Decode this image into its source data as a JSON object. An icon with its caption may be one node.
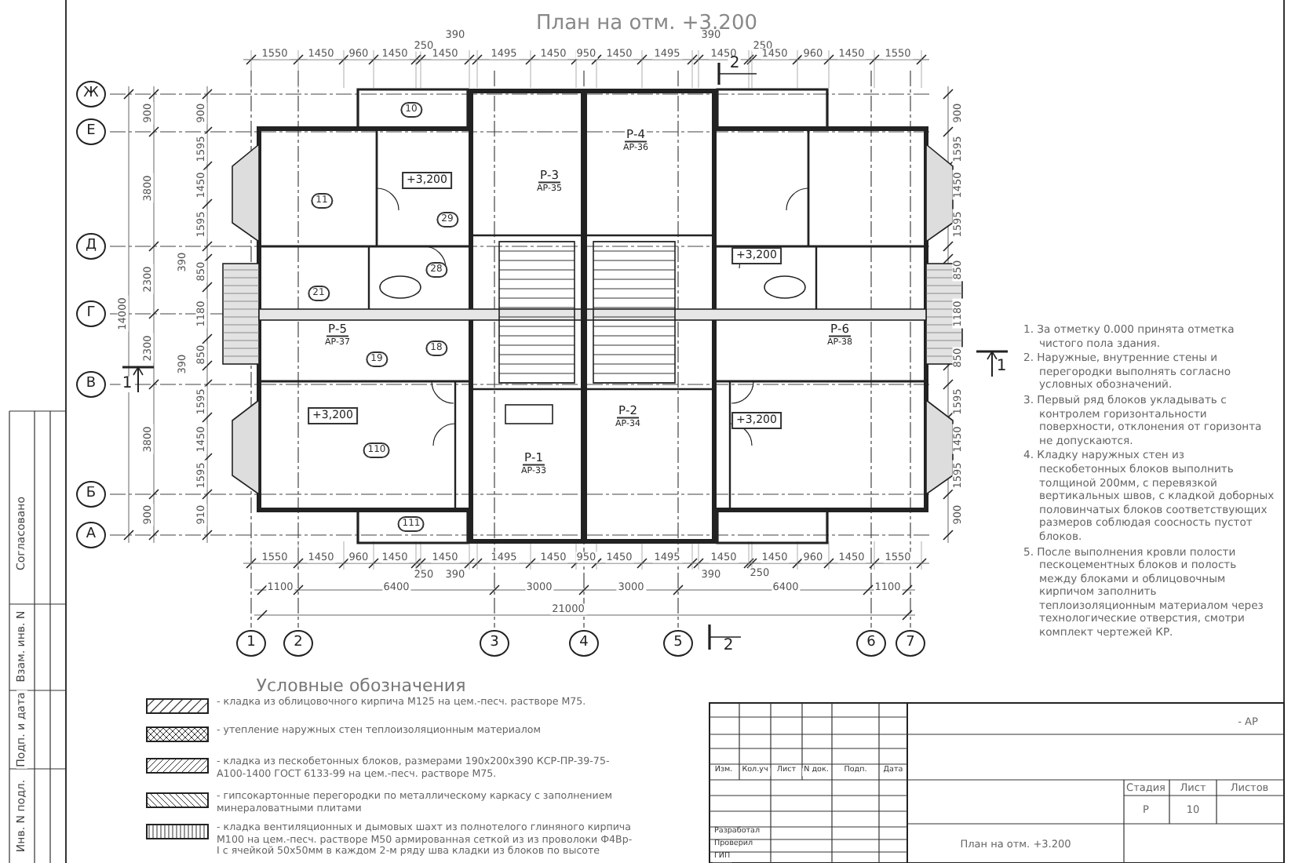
{
  "diagram": {
    "title": "План на отм. +3.200",
    "labels": [
      "1550",
      "1450",
      "960",
      "1450",
      "250",
      "1450",
      "390",
      "1495",
      "1450",
      "950",
      "1450",
      "1495",
      "390",
      "1450",
      "250",
      "1450",
      "960",
      "1450",
      "1550",
      "2",
      "Ж",
      "Е",
      "Д",
      "Г",
      "В",
      "Б",
      "А",
      "14000",
      "900",
      "3800",
      "2300",
      "2300",
      "3800",
      "900",
      "900",
      "1595",
      "1450",
      "1595",
      "390",
      "850",
      "1180",
      "850",
      "390",
      "1595",
      "1450",
      "1595",
      "910",
      "1",
      "900",
      "1595",
      "1450",
      "1595",
      "850",
      "1180",
      "850",
      "1595",
      "1450",
      "1595",
      "900",
      "1",
      "+3,200",
      "10",
      "11",
      "29",
      "28",
      "21",
      "19",
      "18",
      "110",
      "111",
      "Р-4",
      "АР-36",
      "Р-3",
      "АР-35",
      "+3,200",
      "Р-5",
      "АР-37",
      "Р-6",
      "АР-38",
      "+3,200",
      "Р-2",
      "АР-34",
      "+3,200",
      "Р-1",
      "АР-33",
      "1550",
      "1450",
      "960",
      "1450",
      "250",
      "1450",
      "390",
      "1495",
      "1450",
      "950",
      "1450",
      "1495",
      "390",
      "1450",
      "250",
      "1450",
      "960",
      "1450",
      "1550",
      "1100",
      "6400",
      "3000",
      "3000",
      "6400",
      "1100",
      "21000",
      "1",
      "2",
      "3",
      "4",
      "5",
      "2",
      "6",
      "7",
      "1. За отметку 0.000 принята отметка чистого пола здания.",
      "2. Наружные, внутренние стены и перегородки выполнять согласно условных обозначений.",
      "3. Первый ряд блоков укладывать с контролем горизонтальности поверхности, отклонения от горизонта не допускаются.",
      "4. Кладку наружных стен из пескобетонных блоков выполнить толщиной 200мм, с перевязкой вертикальных швов, с кладкой доборных половинчатых блоков соответствующих размеров соблюдая соосность пустот блоков.",
      "5. После выполнения кровли полости пескоцементных блоков и полость между блоками и облицовочным кирпичом заполнить теплоизоляционным материалом через технологические отверстия, смотри комплект чертежей КР.",
      "Условные обозначения",
      "Согласовано",
      "Взам. инв. N",
      "Подп. и дата",
      "Инв. N подл.",
      "- АР",
      "Изм.",
      "Кол.уч",
      "Лист",
      "N док.",
      "Подп.",
      "Дата",
      "Стадия",
      "Лист",
      "Листов",
      "Р",
      "10",
      "Разработал",
      "Проверил",
      "ГИП",
      "План на отм. +3.200"
    ],
    "legend": [
      {
        "text": "- кладка из облицовочного кирпича М125 на цем.-песч. растворе М75."
      },
      {
        "text": "- утепление наружных стен теплоизоляционным материалом"
      },
      {
        "text": "- кладка из пескобетонных блоков, размерами 190х200х390 КСР-ПР-39-75-А100-1400 ГОСТ 6133-99 на цем.-песч. растворе М75."
      },
      {
        "text": "- гипсокартонные перегородки по металлическому каркасу с заполнением минераловатными плитами"
      },
      {
        "text": "- кладка вентиляционных и дымовых шахт из полнотелого глиняного кирпича М100 на цем.-песч. растворе М50 армированная сеткой из из проволоки Ф4Вр-I с ячейкой 50х50мм в каждом 2-м ряду шва кладки из блоков по высоте"
      }
    ]
  }
}
